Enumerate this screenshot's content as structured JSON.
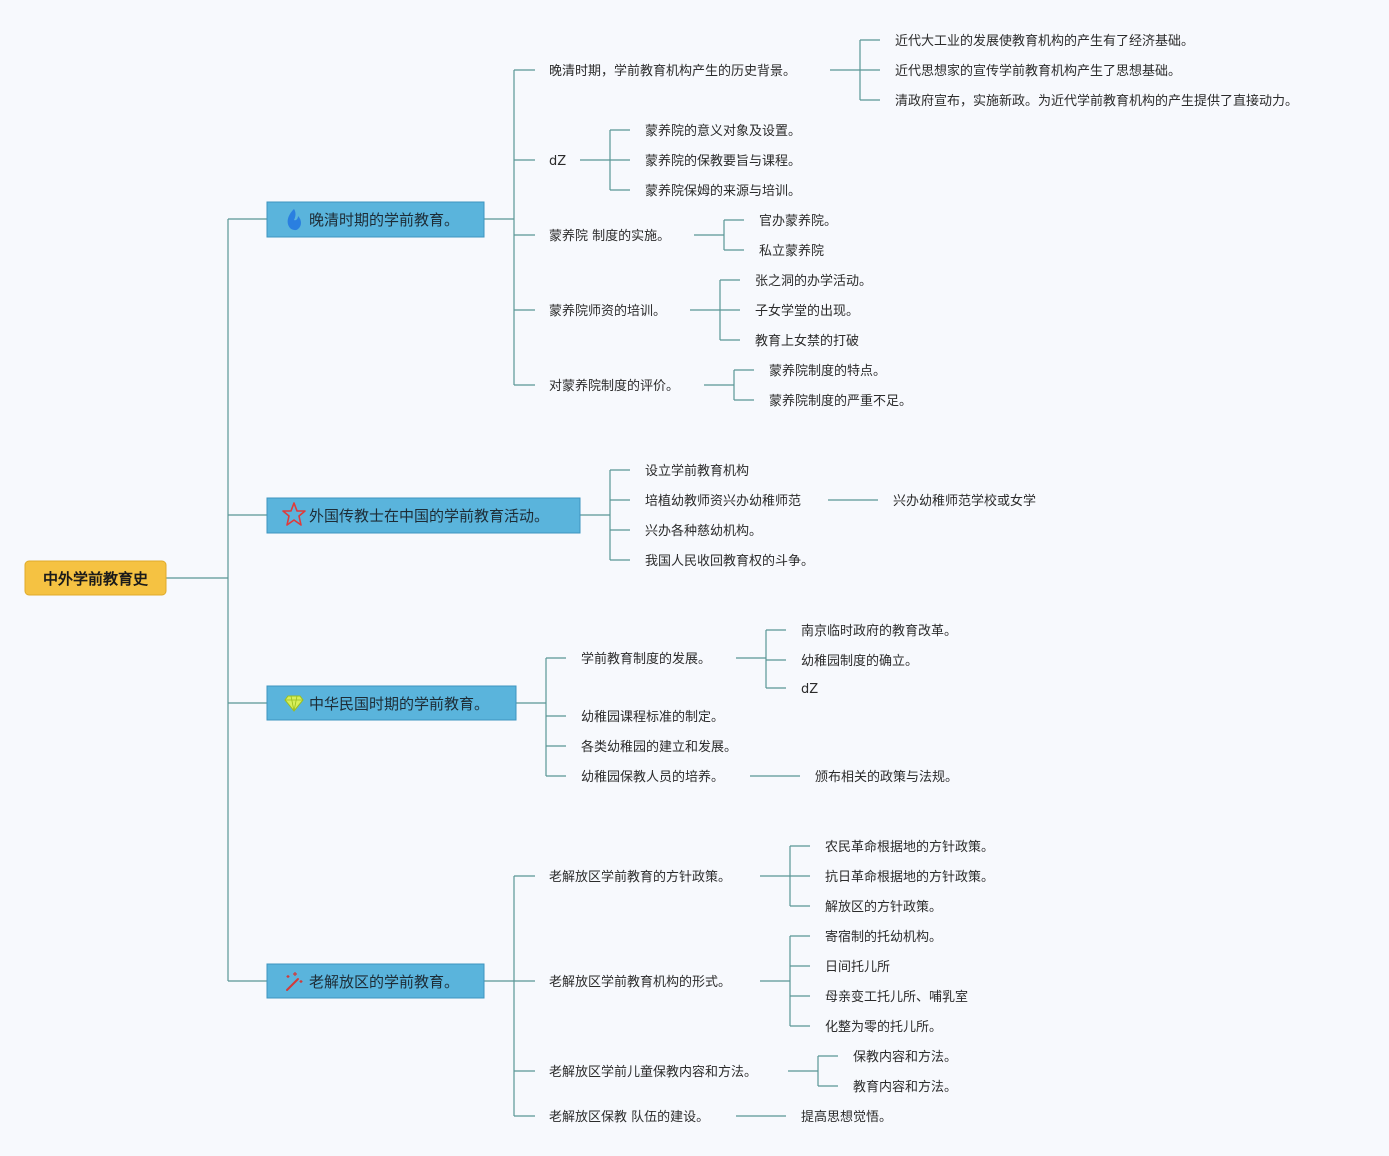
{
  "colors": {
    "root_fill": "#f5c242",
    "branch_fill": "#5ab4dc",
    "branch_border": "#3d95c0",
    "line": "#5a9696",
    "background": "#f7f9fd"
  },
  "root": {
    "label": "中外学前教育史"
  },
  "branches": [
    {
      "label": "晚清时期的学前教育。",
      "icon": "flame-icon",
      "children": [
        {
          "label": "晚清时期，学前教育机构产生的历史背景。",
          "children": [
            "近代大工业的发展使教育机构的产生有了经济基础。",
            "近代思想家的宣传学前教育机构产生了思想基础。",
            "清政府宣布，实施新政。为近代学前教育机构的产生提供了直接动力。"
          ]
        },
        {
          "label": "dZ",
          "children": [
            "蒙养院的意义对象及设置。",
            "蒙养院的保教要旨与课程。",
            "蒙养院保姆的来源与培训。"
          ]
        },
        {
          "label": "蒙养院 制度的实施。",
          "children": [
            "官办蒙养院。",
            "私立蒙养院"
          ]
        },
        {
          "label": "蒙养院师资的培训。",
          "children": [
            "张之洞的办学活动。",
            "子女学堂的出现。",
            "教育上女禁的打破"
          ]
        },
        {
          "label": "对蒙养院制度的评价。",
          "children": [
            "蒙养院制度的特点。",
            "蒙养院制度的严重不足。"
          ]
        }
      ]
    },
    {
      "label": "外国传教士在中国的学前教育活动。",
      "icon": "star-icon",
      "children": [
        {
          "label": "设立学前教育机构",
          "children": []
        },
        {
          "label": "培植幼教师资兴办幼稚师范",
          "children": [
            "兴办幼稚师范学校或女学"
          ]
        },
        {
          "label": "兴办各种慈幼机构。",
          "children": []
        },
        {
          "label": "我国人民收回教育权的斗争。",
          "children": []
        }
      ]
    },
    {
      "label": "中华民国时期的学前教育。",
      "icon": "diamond-icon",
      "children": [
        {
          "label": "学前教育制度的发展。",
          "children": [
            "南京临时政府的教育改革。",
            "幼稚园制度的确立。",
            "dZ"
          ]
        },
        {
          "label": "幼稚园课程标准的制定。",
          "children": []
        },
        {
          "label": "各类幼稚园的建立和发展。",
          "children": []
        },
        {
          "label": "幼稚园保教人员的培养。",
          "children": [
            "颁布相关的政策与法规。"
          ]
        }
      ]
    },
    {
      "label": "老解放区的学前教育。",
      "icon": "magic-wand-icon",
      "children": [
        {
          "label": "老解放区学前教育的方针政策。",
          "children": [
            "农民革命根据地的方针政策。",
            "抗日革命根据地的方针政策。",
            "解放区的方针政策。"
          ]
        },
        {
          "label": "老解放区学前教育机构的形式。",
          "children": [
            "寄宿制的托幼机构。",
            "日间托儿所",
            "母亲变工托儿所、哺乳室",
            "化整为零的托儿所。"
          ]
        },
        {
          "label": "老解放区学前儿童保教内容和方法。",
          "children": [
            "保教内容和方法。",
            "教育内容和方法。"
          ]
        },
        {
          "label": "老解放区保教 队伍的建设。",
          "children": [
            "提高思想觉悟。"
          ]
        }
      ]
    }
  ]
}
